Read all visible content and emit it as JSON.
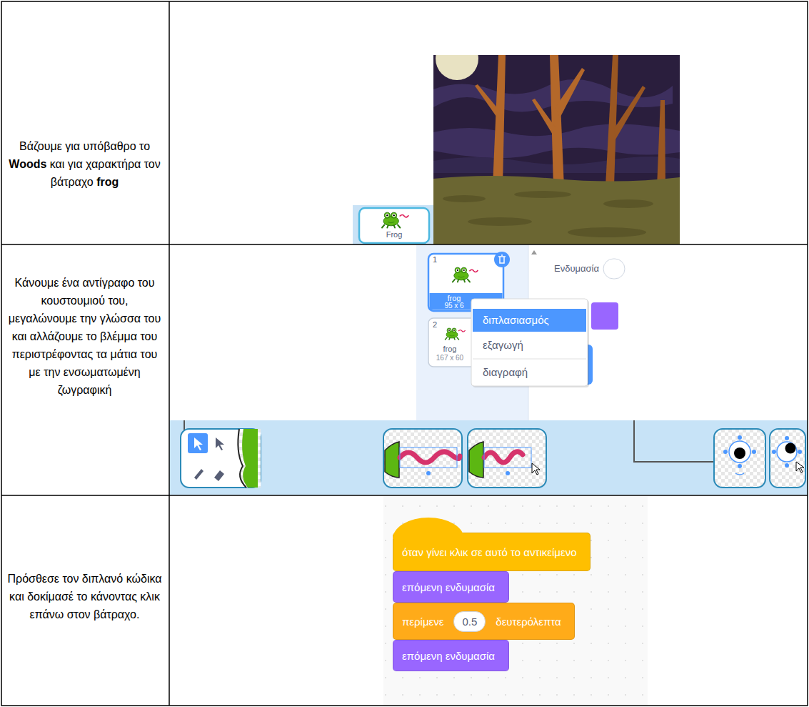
{
  "diagram": {
    "nodes": [
      {
        "text": [
          "όταν γίνει κλικ σε αυτό το αντικείμενο"
        ]
      },
      {
        "text": [
          "επόμενη ενδυμασία"
        ]
      },
      {
        "text": [
          "περίμενε",
          "0.5",
          "δευτερόλεπτα"
        ]
      },
      {
        "text": [
          "επόμενη ενδυμασία"
        ]
      }
    ],
    "labels": [
      "Βάζουμε για υπόβαθρο το",
      "Woods",
      "και για χαρακτήρα τον βάτραχο",
      "frog",
      "Frog",
      "Κάνουμε ένα αντίγραφο του κουστουμιού του, μεγαλώνουμε την γλώσσα του και αλλάζουμε το βλέμμα του περιστρέφοντας τα μάτια του με την ενσωματωμένη ζωγραφική",
      "1",
      "frog",
      "95 x 6",
      "2",
      "frog",
      "167 x 60",
      "Ενδυμασία",
      "διπλασιασμός",
      "εξαγωγή",
      "διαγραφή",
      "Πρόσθεσε τον διπλανό κώδικα και δοκίμασέ το κάνοντας κλικ επάνω στον βάτραχο."
    ]
  }
}
